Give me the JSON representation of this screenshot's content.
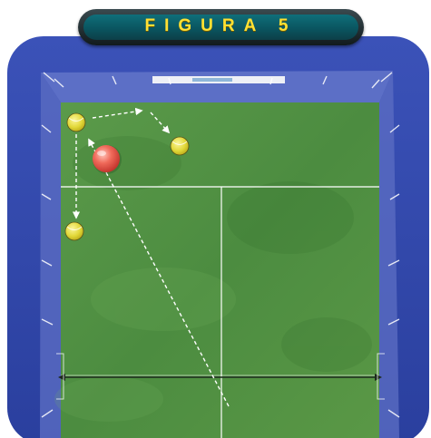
{
  "figure": {
    "title": "FIGURA 5"
  },
  "colors": {
    "frame": "#2f44a8",
    "wall": "#5a6ec6",
    "court": "#4a8a3e",
    "court_light": "#5a9a48",
    "lines": "#ffffff",
    "ball": "#e6dc3c",
    "player": "#e84848",
    "banner_text": "#ffe033"
  },
  "diagram": {
    "elements": [
      "court",
      "glass-walls",
      "net",
      "service-line",
      "center-service-line",
      "ball-1",
      "ball-2",
      "ball-3",
      "player"
    ]
  }
}
